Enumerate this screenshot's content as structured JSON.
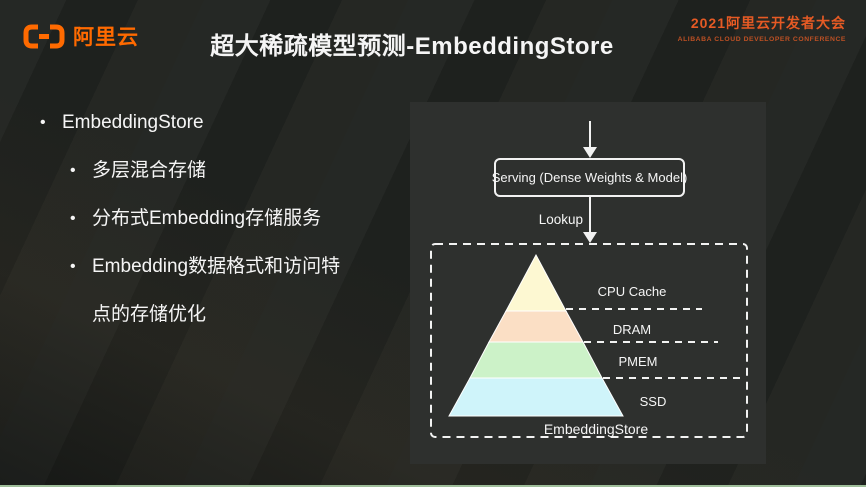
{
  "brand": {
    "logo_text": "阿里云",
    "logo_color": "#FF6A00"
  },
  "header": {
    "title": "超大稀疏模型预测-EmbeddingStore",
    "conference_cn": "2021阿里云开发者大会",
    "conference_en": "ALIBABA CLOUD DEVELOPER CONFERENCE",
    "conference_color": "#E65A24"
  },
  "bullets": {
    "level1": "EmbeddingStore",
    "items": [
      "多层混合存储",
      "分布式Embedding存储服务",
      "Embedding数据格式和访问特点的存储优化"
    ]
  },
  "diagram": {
    "serving_box_label": "Serving (Dense Weights & Model)",
    "lookup_label": "Lookup",
    "pyramid": {
      "caption": "EmbeddingStore",
      "layers": [
        {
          "label": "CPU Cache",
          "color": "#FDF8D2"
        },
        {
          "label": "DRAM",
          "color": "#FBDFC5"
        },
        {
          "label": "PMEM",
          "color": "#CCF2C8"
        },
        {
          "label": "SSD",
          "color": "#CFF4FA"
        }
      ]
    }
  },
  "footer": {
    "accent_line_color": "#9FBE9A"
  }
}
